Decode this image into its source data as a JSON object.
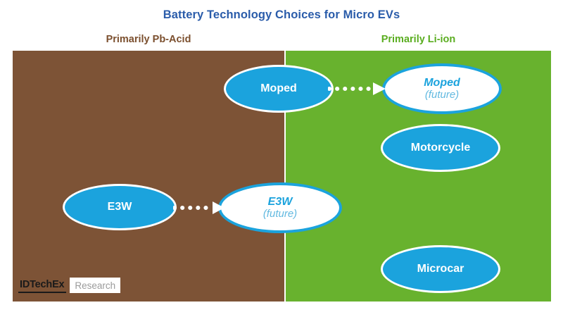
{
  "title": "Battery Technology Choices for Micro EVs",
  "columns": [
    {
      "id": "pb-acid",
      "header": "Primarily Pb-Acid",
      "color": "#7d5336",
      "header_color": "#7b4f2e"
    },
    {
      "id": "li-ion",
      "header": "Primarily Li-ion",
      "color": "#68b22e",
      "header_color": "#5aad20"
    }
  ],
  "nodes": [
    {
      "id": "moped",
      "label": "Moped",
      "sublabel": "",
      "style": "solid",
      "column": "pb-acid"
    },
    {
      "id": "moped-future",
      "label": "Moped",
      "sublabel": "(future)",
      "style": "future",
      "column": "li-ion"
    },
    {
      "id": "motorcycle",
      "label": "Motorcycle",
      "sublabel": "",
      "style": "solid",
      "column": "li-ion"
    },
    {
      "id": "e3w",
      "label": "E3W",
      "sublabel": "",
      "style": "solid",
      "column": "pb-acid"
    },
    {
      "id": "e3w-future",
      "label": "E3W",
      "sublabel": "(future)",
      "style": "future",
      "column": "li-ion"
    },
    {
      "id": "microcar",
      "label": "Microcar",
      "sublabel": "",
      "style": "solid",
      "column": "li-ion"
    }
  ],
  "arrows": [
    {
      "id": "moped-arrow",
      "from": "moped",
      "to": "moped-future",
      "style": "dotted"
    },
    {
      "id": "e3w-arrow",
      "from": "e3w",
      "to": "e3w-future",
      "style": "dotted"
    }
  ],
  "logo": {
    "wordmark": "IDTechEx",
    "suffix": "Research"
  },
  "colors": {
    "title": "#2a5caa",
    "node_fill": "#1ba3dd",
    "node_border": "#ffffff",
    "future_border": "#1ba3dd",
    "future_text": "#1ba3dd",
    "future_sub_text": "#62b9e0",
    "arrow": "#ffffff"
  }
}
